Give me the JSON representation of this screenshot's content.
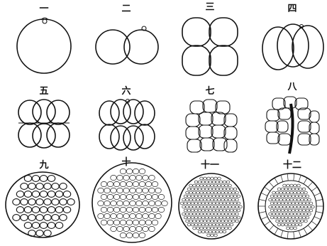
{
  "figure": {
    "stages": [
      {
        "label": "一"
      },
      {
        "label": "二"
      },
      {
        "label": "三"
      },
      {
        "label": "四"
      },
      {
        "label": "五"
      },
      {
        "label": "六"
      },
      {
        "label": "七"
      },
      {
        "label": "八"
      },
      {
        "label": "九"
      },
      {
        "label": "十"
      },
      {
        "label": "十一"
      },
      {
        "label": "十二"
      }
    ]
  }
}
